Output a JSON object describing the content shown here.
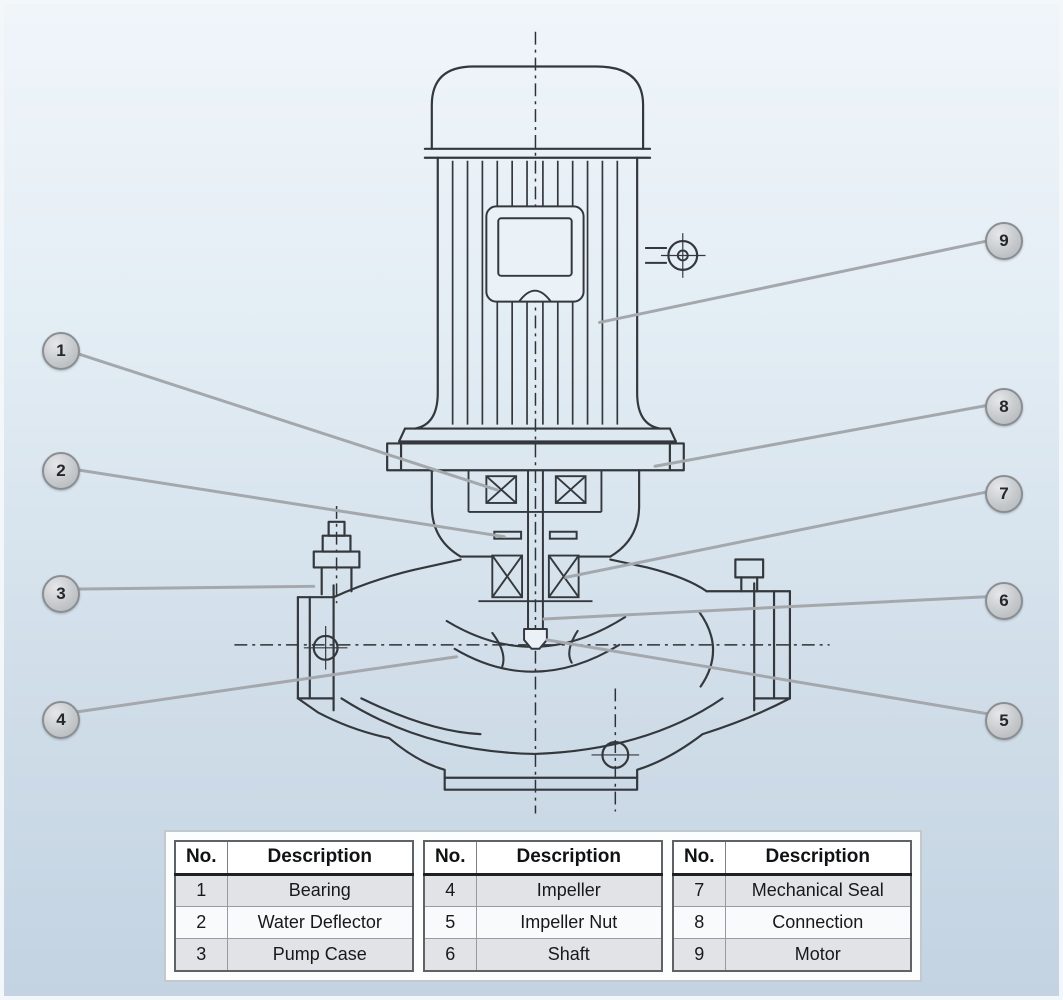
{
  "callouts": [
    {
      "label": "1"
    },
    {
      "label": "2"
    },
    {
      "label": "3"
    },
    {
      "label": "4"
    },
    {
      "label": "5"
    },
    {
      "label": "6"
    },
    {
      "label": "7"
    },
    {
      "label": "8"
    },
    {
      "label": "9"
    }
  ],
  "tables": [
    {
      "headers": {
        "no": "No.",
        "description": "Description"
      },
      "rows": [
        {
          "no": "1",
          "description": "Bearing"
        },
        {
          "no": "2",
          "description": "Water Deflector"
        },
        {
          "no": "3",
          "description": "Pump Case"
        }
      ]
    },
    {
      "headers": {
        "no": "No.",
        "description": "Description"
      },
      "rows": [
        {
          "no": "4",
          "description": "Impeller"
        },
        {
          "no": "5",
          "description": "Impeller Nut"
        },
        {
          "no": "6",
          "description": "Shaft"
        }
      ]
    },
    {
      "headers": {
        "no": "No.",
        "description": "Description"
      },
      "rows": [
        {
          "no": "7",
          "description": "Mechanical Seal"
        },
        {
          "no": "8",
          "description": "Connection"
        },
        {
          "no": "9",
          "description": "Motor"
        }
      ]
    }
  ],
  "colors": {
    "background_top": "#f0f5fa",
    "background_bottom": "#c3d3e2",
    "line": "#34383c",
    "leader_line": "#a4a8ac",
    "callout_fill": "#c6c9cc",
    "callout_border": "#8a8e92"
  }
}
